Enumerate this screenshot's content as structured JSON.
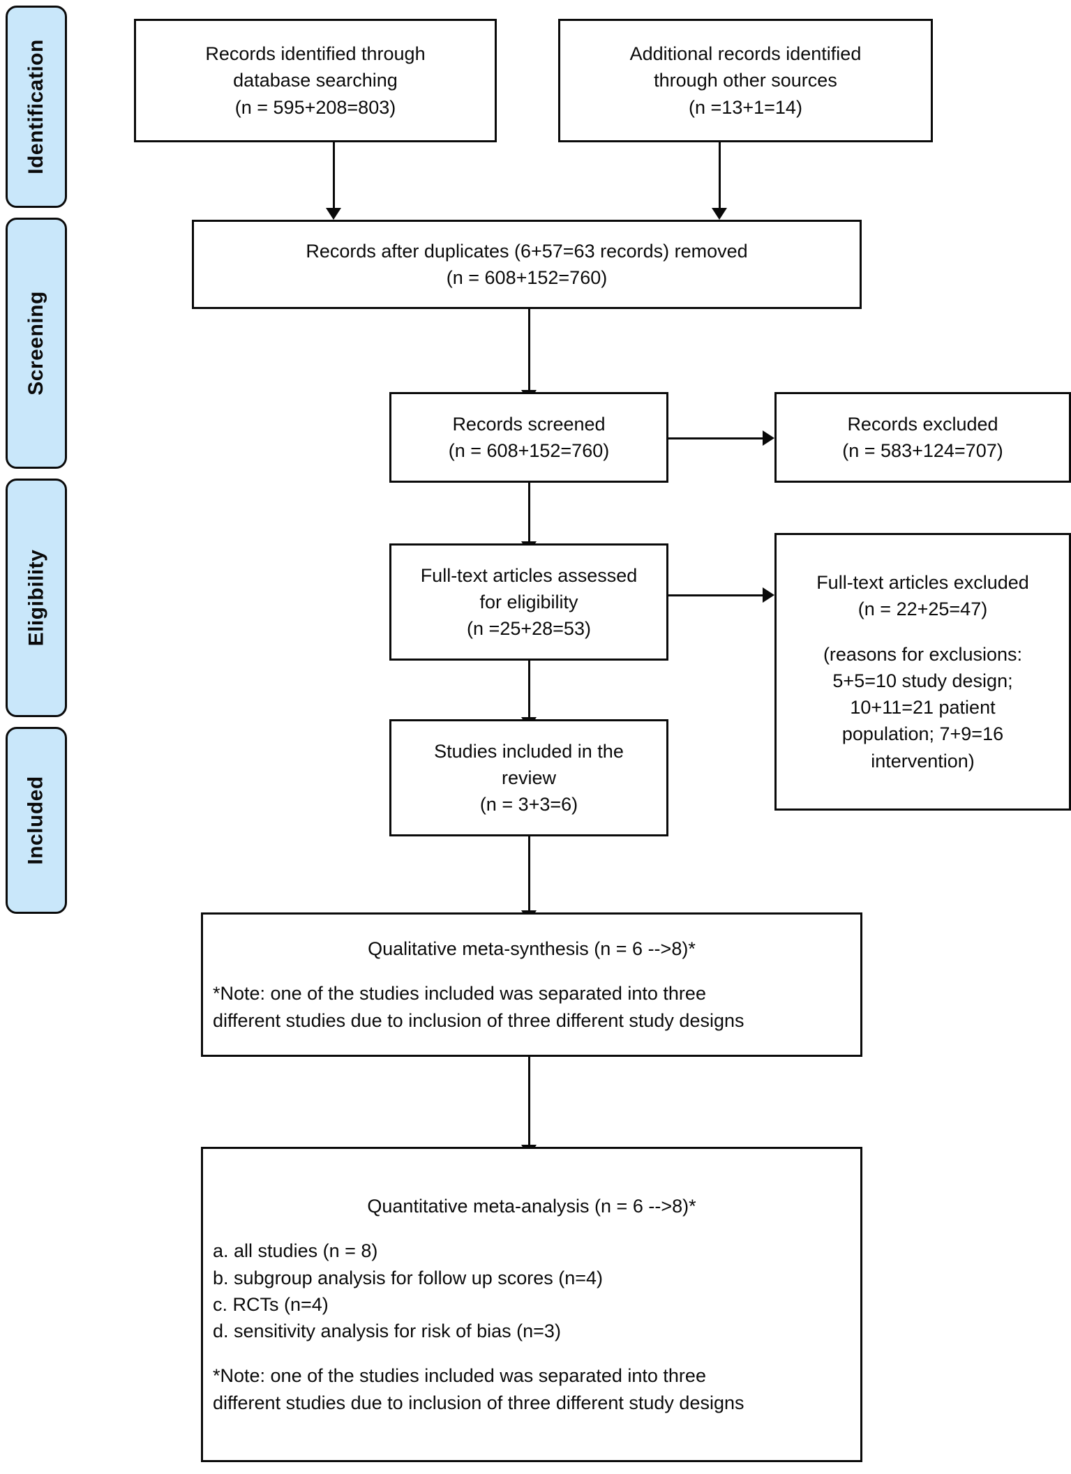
{
  "diagram": {
    "title": "PRISMA study selection flow diagram",
    "accent_color": "#c9e7fa",
    "line_color": "#0a0a0a",
    "box_fill": "#ffffff"
  },
  "stages": [
    {
      "id": "identification",
      "label": "Identification"
    },
    {
      "id": "screening",
      "label": "Screening"
    },
    {
      "id": "eligibility",
      "label": "Eligibility"
    },
    {
      "id": "included",
      "label": "Included"
    }
  ],
  "boxes": {
    "records_identified": {
      "lines": [
        "Records identified through",
        "database searching",
        "(n = 595+208=803)"
      ]
    },
    "additional_records": {
      "lines": [
        "Additional records identified",
        "through other sources",
        "(n =13+1=14)"
      ]
    },
    "after_duplicates": {
      "lines": [
        "Records after duplicates (6+57=63 records) removed",
        "(n = 608+152=760)"
      ]
    },
    "records_screened": {
      "lines": [
        "Records screened",
        "(n = 608+152=760)"
      ]
    },
    "records_excluded": {
      "lines": [
        "Records excluded",
        "(n = 583+124=707)"
      ]
    },
    "fulltext_assessed": {
      "lines": [
        "Full-text articles assessed",
        "for eligibility",
        "(n =25+28=53)"
      ]
    },
    "fulltext_excluded": {
      "lines": [
        "Full-text articles excluded",
        "(n = 22+25=47)",
        "",
        "(reasons for exclusions:",
        "5+5=10 study design;",
        "10+11=21 patient",
        "population; 7+9=16",
        "intervention)"
      ]
    },
    "studies_included": {
      "lines": [
        "Studies included in the",
        "review",
        "(n = 3+3=6)"
      ]
    },
    "qualitative": {
      "heading": "Qualitative meta-synthesis (n = 6 -->8)*",
      "note_lines": [
        "*Note: one of the studies included was separated into three",
        "different studies due to inclusion of three different study designs"
      ]
    },
    "quantitative": {
      "heading": "Quantitative meta-analysis (n = 6 -->8)*",
      "items": [
        "a. all studies (n = 8)",
        "b. subgroup analysis for follow up scores (n=4)",
        "c. RCTs (n=4)",
        "d. sensitivity analysis for risk of bias (n=3)"
      ],
      "note_lines": [
        "*Note: one of the studies included was separated into three",
        "different studies due to inclusion of three different study designs"
      ]
    }
  }
}
